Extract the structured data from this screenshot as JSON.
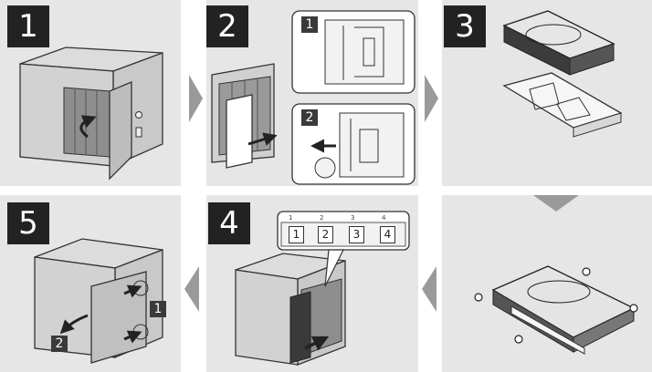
{
  "steps": [
    {
      "number": "1"
    },
    {
      "number": "2",
      "substeps": [
        "1",
        "2"
      ]
    },
    {
      "number": "3"
    },
    {
      "number": "4",
      "bay_labels": [
        "1",
        "2",
        "3",
        "4"
      ],
      "bay_tags": [
        "1",
        "2",
        "3",
        "4"
      ]
    },
    {
      "number": "5",
      "substeps": [
        "1",
        "2"
      ]
    }
  ],
  "colors": {
    "panel_background": "#e6e6e6",
    "badge": "#222222",
    "flow_arrow": "#9a9a9a",
    "device_body": "#cfcfcf",
    "device_face": "#b5b5b5"
  }
}
